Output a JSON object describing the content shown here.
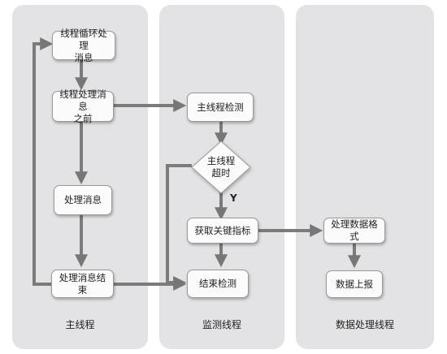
{
  "lanes": {
    "main": "主线程",
    "monitor": "监测线程",
    "data": "数据处理线程"
  },
  "nodes": {
    "loop": "线程循环处理\n消息",
    "before": "线程处理消息\n之前",
    "process": "处理消息",
    "end": "处理消息结束",
    "check": "主线程检测",
    "timeout": "主线程\n超时",
    "get_metrics": "获取关键指标",
    "end_check": "结束检测",
    "format": "处理数据格式",
    "report": "数据上报"
  },
  "edge_labels": {
    "yes": "Y"
  }
}
